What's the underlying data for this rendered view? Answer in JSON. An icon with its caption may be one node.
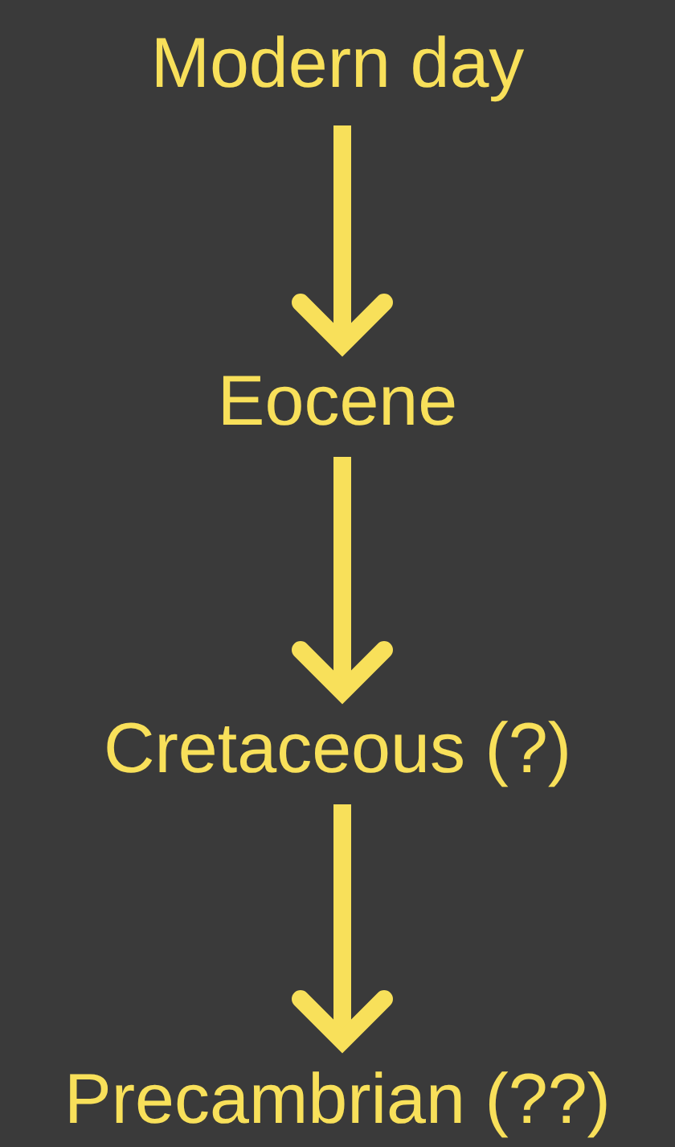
{
  "diagram": {
    "nodes": [
      {
        "text": [
          "Modern day"
        ]
      },
      {
        "text": [
          "Eocene"
        ]
      },
      {
        "text": [
          "Cretaceous (?)"
        ]
      },
      {
        "text": [
          "Precambrian (??)"
        ]
      }
    ],
    "edges": [
      {
        "from": 0,
        "to": 1,
        "arrow": "to"
      },
      {
        "from": 1,
        "to": 2,
        "arrow": "to"
      },
      {
        "from": 2,
        "to": 3,
        "arrow": "to"
      }
    ]
  }
}
